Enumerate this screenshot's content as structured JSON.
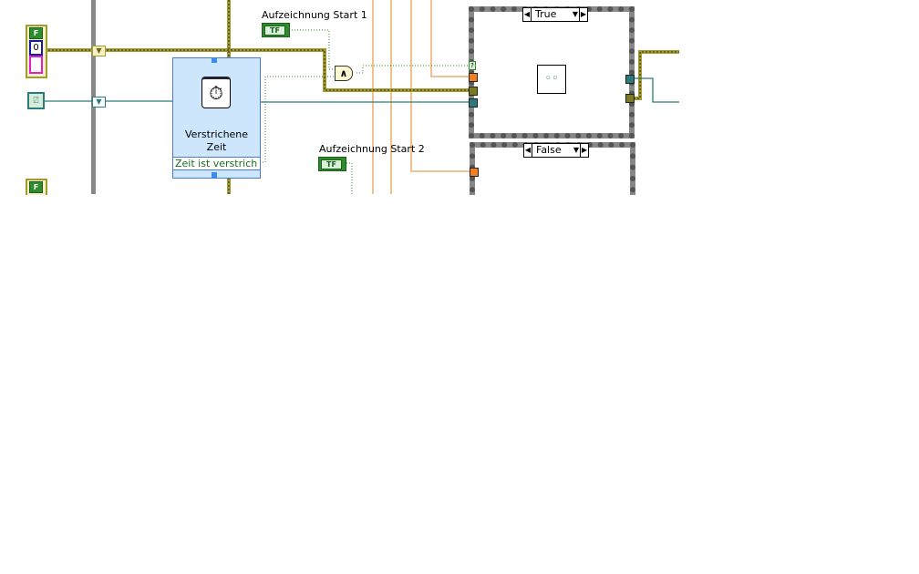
{
  "diagram": {
    "controls": {
      "start1_label": "Aufzeichnung Start 1",
      "start2_label": "Aufzeichnung Start 2",
      "bool_constant_text": "TF",
      "cluster_false_text": "F",
      "cluster_numeric_text": "0"
    },
    "express_vi": {
      "title_line1": "Verstrichene",
      "title_line2": "Zeit",
      "output_label": "Zeit ist verstrich"
    },
    "and_gate_text": "∧",
    "case_structures": [
      {
        "selector": "True"
      },
      {
        "selector": "False"
      }
    ],
    "case_tunnel_bool": "?",
    "colors": {
      "cluster_wire": "#a49b2f",
      "teal_wire": "#2a7b7b",
      "bool_wire": "#2e8b2e",
      "orange_wire": "#e8a050"
    }
  }
}
